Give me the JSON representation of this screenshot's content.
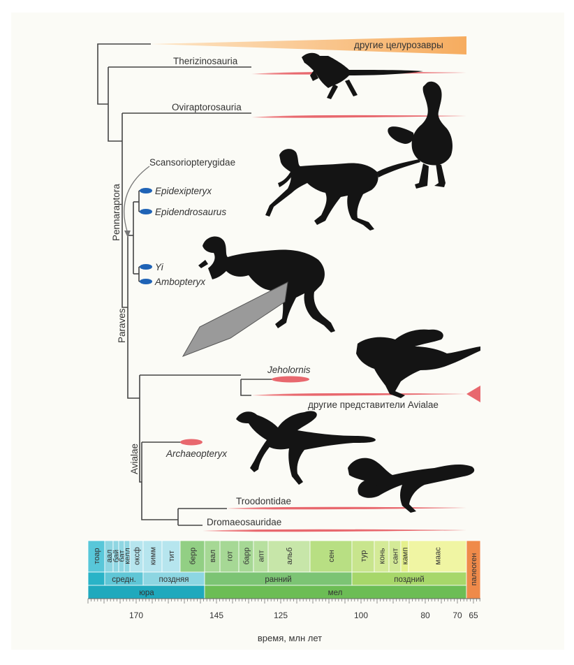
{
  "clades": {
    "other_coelurosaurs": "другие целурозавры",
    "therizinosauria": "Therizinosauria",
    "oviraptorosauria": "Oviraptorosauria",
    "scansoriopterygidae": "Scansoriopterygidae",
    "epidexipteryx": "Epidexipteryx",
    "epidendrosaurus": "Epidendrosaurus",
    "yi": "Yi",
    "ambopteryx": "Ambopteryx",
    "jeholornis": "Jeholornis",
    "other_avialae": "другие представители Avialae",
    "archaeopteryx": "Archaeopteryx",
    "troodontidae": "Troodontidae",
    "dromaeosauridae": "Dromaeosauridae"
  },
  "node_labels": {
    "pennaraptora": "Pennaraptora",
    "paraves": "Paraves",
    "avialae": "Avialae"
  },
  "timescale": {
    "stages": [
      {
        "name": "тоар",
        "color": "#58c7d9"
      },
      {
        "name": "аал",
        "color": "#8fd6e2"
      },
      {
        "name": "бай",
        "color": "#8fd6e2"
      },
      {
        "name": "бат",
        "color": "#8fd6e2"
      },
      {
        "name": "келл",
        "color": "#8fd6e2"
      },
      {
        "name": "оксф",
        "color": "#b6e5ee"
      },
      {
        "name": "кимм",
        "color": "#b6e5ee"
      },
      {
        "name": "тит",
        "color": "#b6e5ee"
      },
      {
        "name": "берр",
        "color": "#92cf84"
      },
      {
        "name": "вал",
        "color": "#a6d895"
      },
      {
        "name": "гот",
        "color": "#a6d895"
      },
      {
        "name": "барр",
        "color": "#a6d895"
      },
      {
        "name": "апт",
        "color": "#b7e09f"
      },
      {
        "name": "альб",
        "color": "#c7e6a9"
      },
      {
        "name": "сен",
        "color": "#b8df83"
      },
      {
        "name": "тур",
        "color": "#c8e58d"
      },
      {
        "name": "конь",
        "color": "#d4ea97"
      },
      {
        "name": "сант",
        "color": "#d4ea97"
      },
      {
        "name": "камп",
        "color": "#e5f08c"
      },
      {
        "name": "маас",
        "color": "#f0f5a3"
      }
    ],
    "epochs": [
      "средн.",
      "поздняя",
      "ранний",
      "поздний"
    ],
    "periods": [
      "юра",
      "мел"
    ],
    "paleogene": "палеоген",
    "tick_labels": [
      "170",
      "145",
      "125",
      "100",
      "80",
      "70",
      "65"
    ],
    "axis_label": "время, млн лет"
  },
  "colors": {
    "range_bar": "#e8686e",
    "coelurosaur_wedge": "#f7b36b",
    "specimen_blue": "#1f63b6",
    "silhouette": "#141414",
    "background": "#fbfbf6"
  }
}
